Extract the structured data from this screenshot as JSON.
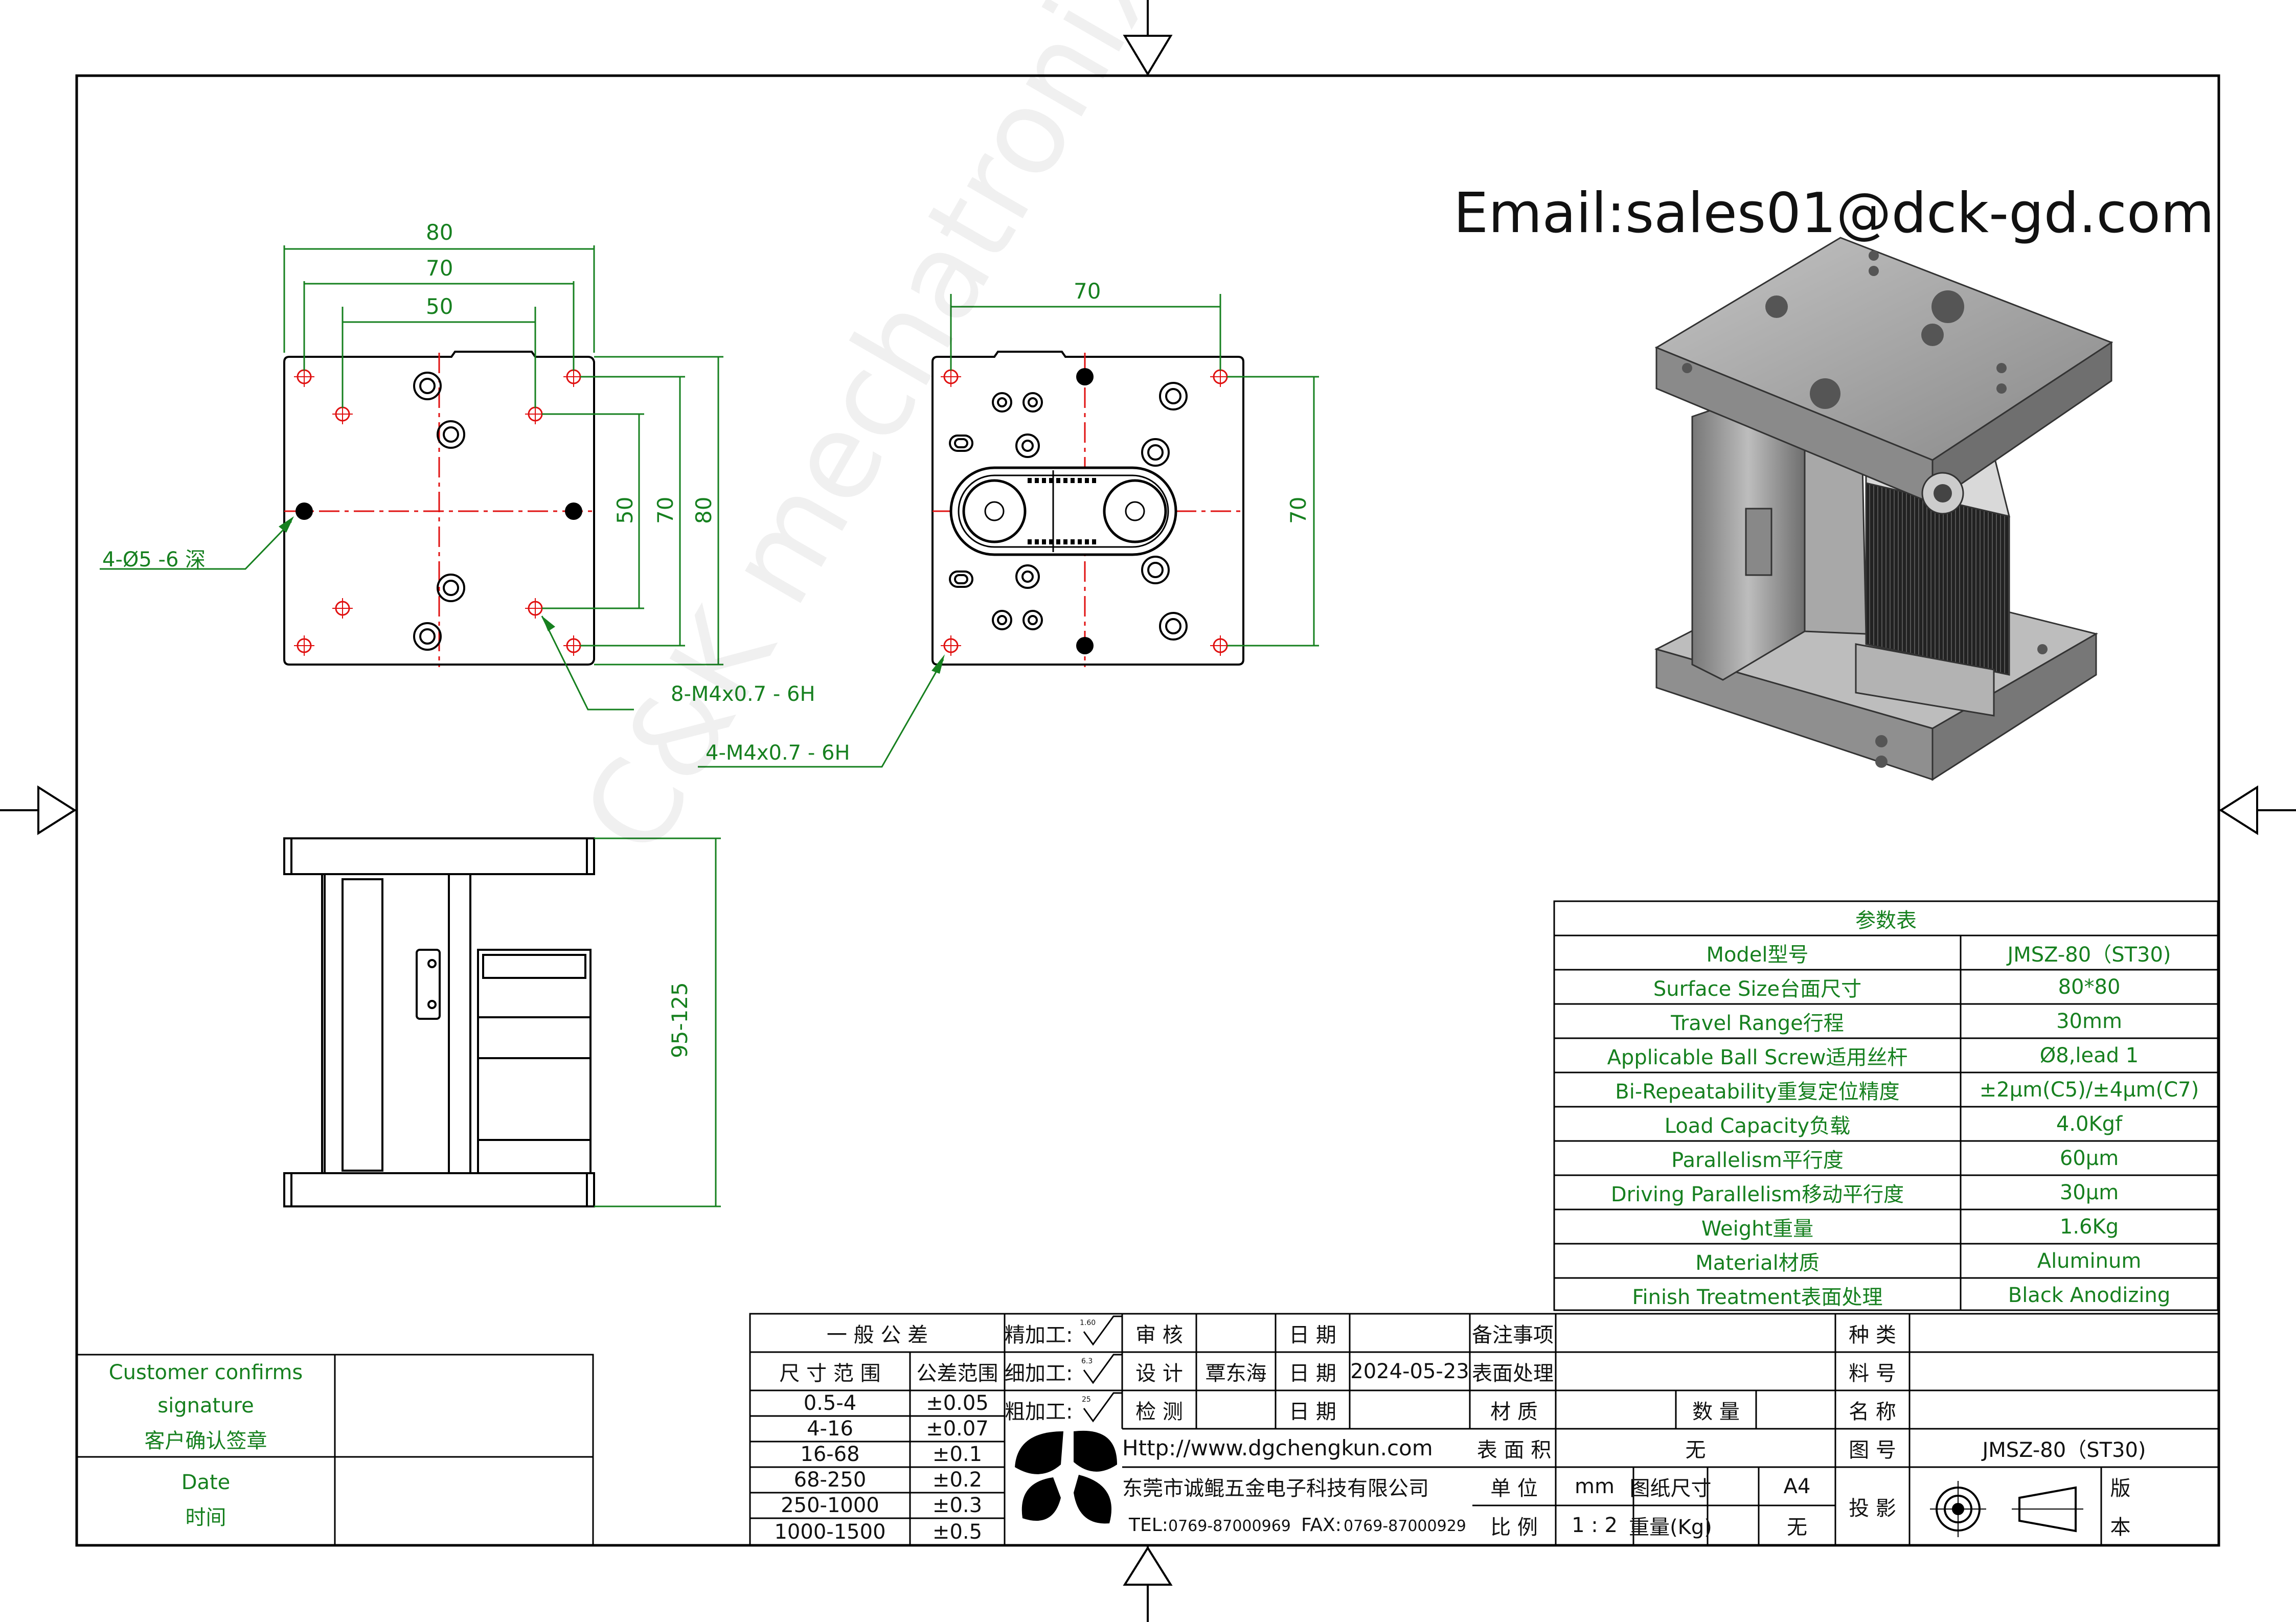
{
  "watermark": "C&K mechatronix",
  "email": "Email:sales01@dck-gd.com",
  "dimensions": {
    "top_view": {
      "d80_h": "80",
      "d70_h": "70",
      "d50_h": "50",
      "d50_v": "50",
      "d70_v": "70",
      "d80_v": "80",
      "hole_callout": "4-Ø5 -6 深",
      "thread_callout": "8-M4x0.7 - 6H"
    },
    "bottom_view": {
      "d70_h": "70",
      "d70_v": "70",
      "thread_callout": "4-M4x0.7 - 6H"
    },
    "side_view": {
      "height": "95-125"
    }
  },
  "params": {
    "title": "参数表",
    "rows": [
      {
        "label": "Model型号",
        "value": "JMSZ-80（ST30)"
      },
      {
        "label": "Surface Size台面尺寸",
        "value": "80*80"
      },
      {
        "label": "Travel Range行程",
        "value": "30mm"
      },
      {
        "label": "Applicable Ball Screw适用丝杆",
        "value": "Ø8,lead 1"
      },
      {
        "label": "Bi-Repeatability重复定位精度",
        "value": "±2μm(C5)/±4μm(C7)"
      },
      {
        "label": "Load Capacity负载",
        "value": "4.0Kgf"
      },
      {
        "label": "Parallelism平行度",
        "value": "60μm"
      },
      {
        "label": "Driving Parallelism移动平行度",
        "value": "30μm"
      },
      {
        "label": "Weight重量",
        "value": "1.6Kg"
      },
      {
        "label": "Material材质",
        "value": "Aluminum"
      },
      {
        "label": "Finish Treatment表面处理",
        "value": "Black Anodizing"
      }
    ]
  },
  "customer": {
    "confirm_line1": "Customer confirms",
    "confirm_line2": "signature",
    "confirm_line3": "客户确认签章",
    "date_en": "Date",
    "date_cn": "时间"
  },
  "tolerance": {
    "header": "一  般  公  差",
    "col1": "尺 寸 范 围",
    "col2": "公差范围",
    "rows": [
      {
        "range": "0.5-4",
        "tol": "±0.05"
      },
      {
        "range": "4-16",
        "tol": "±0.07"
      },
      {
        "range": "16-68",
        "tol": "±0.1"
      },
      {
        "range": "68-250",
        "tol": "±0.2"
      },
      {
        "range": "250-1000",
        "tol": "±0.3"
      },
      {
        "range": "1000-1500",
        "tol": "±0.5"
      }
    ]
  },
  "machining": {
    "fine": "精加工:",
    "medium": "细加工:",
    "rough": "粗加工:",
    "fine_ra": "1.60",
    "medium_ra": "6.3",
    "rough_ra": "25"
  },
  "title_block": {
    "review": "审 核",
    "design": "设 计",
    "inspect": "检 测",
    "designer": "覃东海",
    "date_label": "日 期",
    "design_date": "2024-05-23",
    "remarks": "备注事项",
    "surface": "表面处理",
    "material": "材  质",
    "quantity": "数 量",
    "area": "表 面 积",
    "area_value": "无",
    "unit": "单  位",
    "unit_value": "mm",
    "paper_size": "图纸尺寸",
    "paper_value": "A4",
    "scale": "比  例",
    "scale_value": "1 : 2",
    "weight": "重量(Kg)",
    "weight_value": "无",
    "category": "种 类",
    "material_no": "料 号",
    "name": "名 称",
    "drawing_no": "图 号",
    "drawing_value": "JMSZ-80（ST30)",
    "projection": "投 影",
    "version": "版",
    "version2": "本"
  },
  "company": {
    "website": "Http://www.dgchengkun.com",
    "name": "东莞市诚鲲五金电子科技有限公司",
    "tel_label": "TEL:",
    "tel": "0769-87000969",
    "fax_label": "FAX:",
    "fax": "0769-87000929"
  },
  "colors": {
    "frame": "#000000",
    "dim": "#16801f",
    "center": "#e01010",
    "part_fill": "#9a9a9a"
  }
}
